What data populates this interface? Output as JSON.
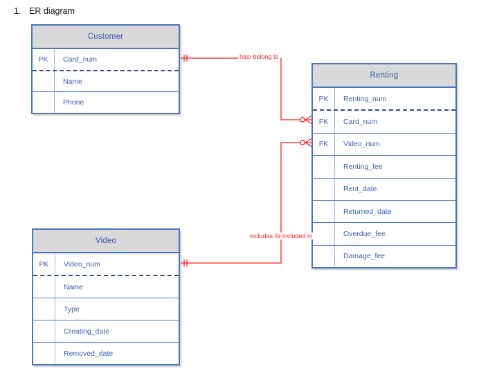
{
  "page": {
    "title_number": "1.",
    "title": "ER diagram"
  },
  "colors": {
    "table_border": "#4975BE",
    "header_fill": "#D9D9D9",
    "table_text": "#3A60AC",
    "pk_divider": "#2F4B7E",
    "relationship": "#FF1F1F",
    "background": "#FFFFFF"
  },
  "tables": {
    "customer": {
      "title": "Customer",
      "rows": [
        {
          "key": "PK",
          "name": "Card_num"
        },
        {
          "key": "",
          "name": "Name"
        },
        {
          "key": "",
          "name": "Phone"
        }
      ]
    },
    "renting": {
      "title": "Renting",
      "rows": [
        {
          "key": "PK",
          "name": "Renting_num"
        },
        {
          "key": "FK",
          "name": "Card_num"
        },
        {
          "key": "FK",
          "name": "Video_num"
        },
        {
          "key": "",
          "name": "Renting_fee"
        },
        {
          "key": "",
          "name": "Rent_date"
        },
        {
          "key": "",
          "name": "Returned_date"
        },
        {
          "key": "",
          "name": "Overdue_fee"
        },
        {
          "key": "",
          "name": "Damage_fee"
        }
      ]
    },
    "video": {
      "title": "Video",
      "rows": [
        {
          "key": "PK",
          "name": "Video_num"
        },
        {
          "key": "",
          "name": "Name"
        },
        {
          "key": "",
          "name": "Type"
        },
        {
          "key": "",
          "name": "Creating_date"
        },
        {
          "key": "",
          "name": "Removed_date"
        }
      ]
    }
  },
  "relationships": [
    {
      "label": "has/ belong to",
      "from": "Customer.Card_num",
      "to": "Renting.Card_num",
      "from_cardinality": "one-and-only-one",
      "to_cardinality": "zero-or-many"
    },
    {
      "label": "includes /is included in",
      "from": "Video.Video_num",
      "to": "Renting.Video_num",
      "from_cardinality": "one-and-only-one",
      "to_cardinality": "zero-or-many"
    }
  ]
}
